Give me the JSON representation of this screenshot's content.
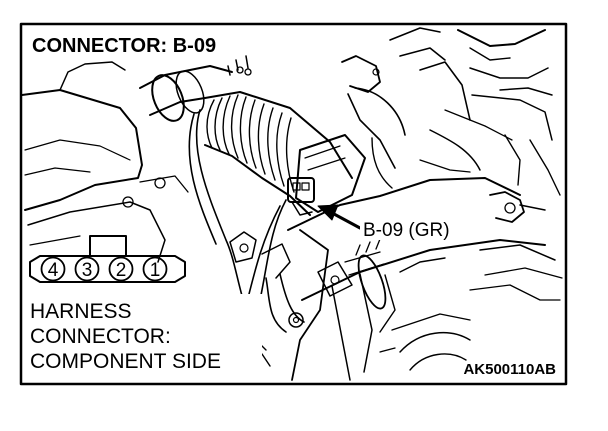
{
  "title": "CONNECTOR: B-09",
  "callout": "B-09 (GR)",
  "harness_label": {
    "line1": "HARNESS",
    "line2": "CONNECTOR:",
    "line3": "COMPONENT SIDE"
  },
  "pins": [
    "4",
    "3",
    "2",
    "1"
  ],
  "figure_code": "AK500110AB",
  "colors": {
    "ink": "#000000",
    "paper": "#ffffff"
  }
}
